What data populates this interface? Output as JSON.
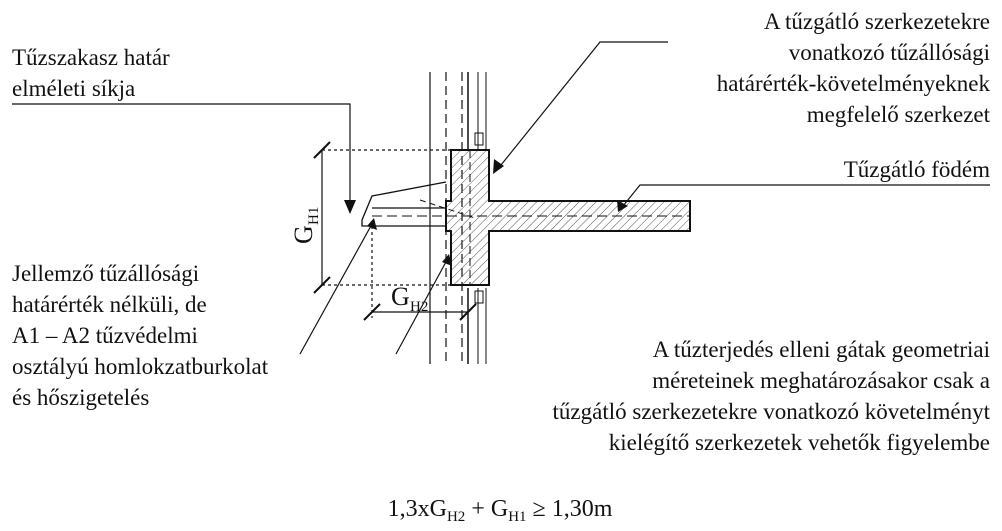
{
  "labels": {
    "boundary": [
      "Tűzszakasz határ",
      "elméleti síkja"
    ],
    "fire_structure": [
      "A tűzgátló szerkezetekre",
      "vonatkozó tűzállósági",
      "határérték-követelményeknek",
      "megfelelő szerkezet"
    ],
    "slab": "Tűzgátló födém",
    "cladding": [
      "Jellemző tűzállósági",
      "határérték nélküli, de",
      "A1 – A2 tűzvédelmi",
      "osztályú homlokzatburkolat",
      "és hőszigetelés"
    ],
    "barrier_note": [
      "A tűzterjedés elleni gátak geometriai",
      "méreteinek meghatározásakor csak a",
      "tűzgátló szerkezetekre vonatkozó követelményt",
      "kielégítő szerkezetek vehetők figyelembe"
    ]
  },
  "dimensions": {
    "gh1": {
      "main": "G",
      "sub": "H1"
    },
    "gh2": {
      "main": "G",
      "sub": "H2"
    }
  },
  "formula": {
    "p1": "1,3xG",
    "s1": "H2",
    "p2": " + G",
    "s2": "H1",
    "p3": " ≥ 1,30m"
  },
  "colors": {
    "ink": "#111111",
    "hatch": "#555555",
    "background": "#ffffff"
  }
}
